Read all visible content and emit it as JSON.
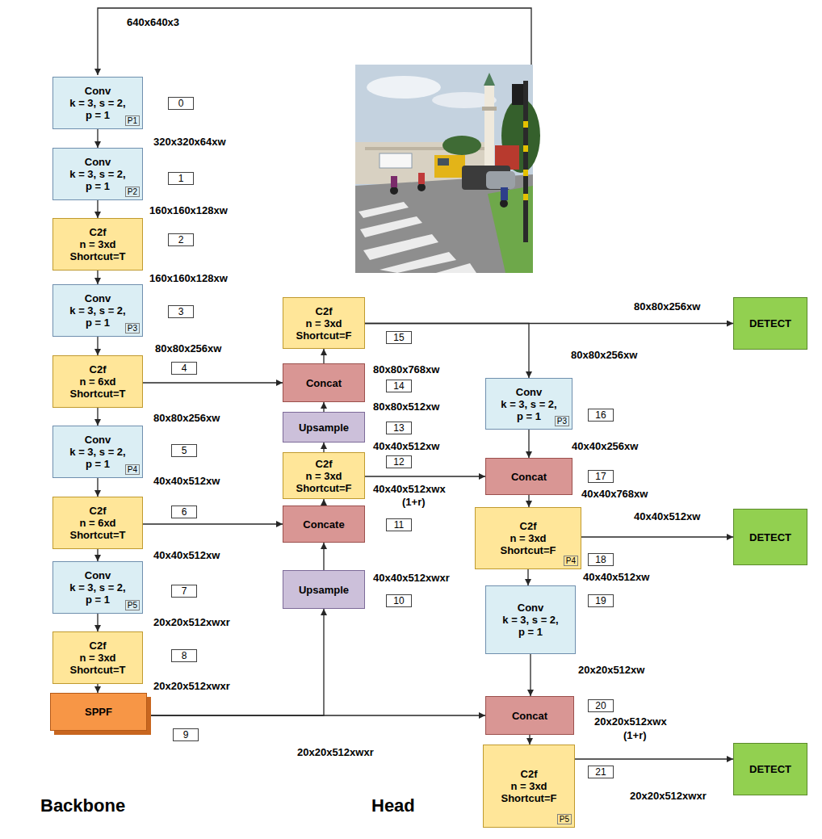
{
  "diagram": {
    "nodes": [
      {
        "text": [
          "Backbone"
        ]
      },
      {
        "text": [
          "Conv",
          "k = 3, s = 2, p = 1",
          "P1"
        ],
        "in": 0
      },
      {
        "text": [
          "Conv",
          "k = 3, s = 2, p = 1",
          "P2"
        ],
        "in": 0
      },
      {
        "text": [
          "C2f",
          "n = 3xd",
          "Shortcut=T"
        ],
        "in": 0
      },
      {
        "text": [
          "Conv",
          "k = 3, s = 2, p = 1",
          "P3"
        ],
        "in": 0
      },
      {
        "text": [
          "C2f",
          "n = 6xd",
          "Shortcut=T"
        ],
        "in": 0
      },
      {
        "text": [
          "Conv",
          "k = 3, s = 2, p = 1",
          "P4"
        ],
        "in": 0
      },
      {
        "text": [
          "C2f",
          "n = 6xd",
          "Shortcut=T"
        ],
        "in": 0
      },
      {
        "text": [
          "Conv",
          "k = 3, s = 2, p = 1",
          "P5"
        ],
        "in": 0
      },
      {
        "text": [
          "C2f",
          "n = 3xd",
          "Shortcut=T"
        ],
        "in": 0
      },
      {
        "text": [
          "SPPF"
        ],
        "in": 0
      },
      {
        "text": [
          "Head"
        ]
      },
      {
        "text": [
          "C2f",
          "n = 3xd",
          "Shortcut=F"
        ],
        "in": 11
      },
      {
        "text": [
          "Concat"
        ],
        "in": 11
      },
      {
        "text": [
          "Upsample"
        ],
        "in": 11
      },
      {
        "text": [
          "C2f",
          "n = 3xd",
          "Shortcut=F"
        ],
        "in": 11
      },
      {
        "text": [
          "Concate"
        ],
        "in": 11
      },
      {
        "text": [
          "Upsample"
        ],
        "in": 11
      },
      {
        "text": [
          "Conv",
          "k = 3, s = 2, p = 1",
          "P3"
        ],
        "in": 11
      },
      {
        "text": [
          "Concat"
        ],
        "in": 11
      },
      {
        "text": [
          "C2f",
          "n = 3xd",
          "Shortcut=F",
          "P4"
        ],
        "in": 11
      },
      {
        "text": [
          "Conv",
          "k = 3, s = 2, p = 1"
        ],
        "in": 11
      },
      {
        "text": [
          "Concat"
        ],
        "in": 11
      },
      {
        "text": [
          "C2f",
          "n = 3xd",
          "Shortcut=F",
          "P5"
        ],
        "in": 11
      },
      {
        "text": [
          "DETECT"
        ],
        "in": 11
      },
      {
        "text": [
          "DETECT"
        ],
        "in": 11
      },
      {
        "text": [
          "DETECT"
        ],
        "in": 11
      }
    ],
    "edges": [
      {
        "from": 1,
        "to": 2,
        "arrow": "to"
      },
      {
        "from": 2,
        "to": 3,
        "arrow": "to"
      },
      {
        "from": 3,
        "to": 4,
        "arrow": "to"
      },
      {
        "from": 4,
        "to": 5,
        "arrow": "to"
      },
      {
        "from": 5,
        "to": 6,
        "arrow": "to"
      },
      {
        "from": 6,
        "to": 7,
        "arrow": "to"
      },
      {
        "from": 7,
        "to": 8,
        "arrow": "to"
      },
      {
        "from": 8,
        "to": 9,
        "arrow": "to"
      },
      {
        "from": 9,
        "to": 10,
        "arrow": "to"
      },
      {
        "from": 5,
        "to": 13,
        "arrow": "to"
      },
      {
        "from": 7,
        "to": 16,
        "arrow": "to"
      },
      {
        "from": 10,
        "to": 17,
        "arrow": "to"
      },
      {
        "from": 10,
        "to": 22,
        "arrow": "to"
      },
      {
        "from": 17,
        "to": 16,
        "arrow": "to"
      },
      {
        "from": 16,
        "to": 15,
        "arrow": "to"
      },
      {
        "from": 15,
        "to": 14,
        "arrow": "to"
      },
      {
        "from": 14,
        "to": 13,
        "arrow": "to"
      },
      {
        "from": 13,
        "to": 12,
        "arrow": "to"
      },
      {
        "from": 15,
        "to": 19,
        "arrow": "to"
      },
      {
        "from": 12,
        "to": 24,
        "arrow": "to"
      },
      {
        "from": 12,
        "to": 18,
        "arrow": "to"
      },
      {
        "from": 18,
        "to": 19,
        "arrow": "to"
      },
      {
        "from": 19,
        "to": 20,
        "arrow": "to"
      },
      {
        "from": 20,
        "to": 25,
        "arrow": "to"
      },
      {
        "from": 20,
        "to": 21,
        "arrow": "to"
      },
      {
        "from": 21,
        "to": 22,
        "arrow": "to"
      },
      {
        "from": 22,
        "to": 23,
        "arrow": "to"
      },
      {
        "from": 23,
        "to": 26,
        "arrow": "to"
      }
    ],
    "labels": [
      "640x640x3",
      "0",
      "320x320x64xw",
      "1",
      "160x160x128xw",
      "2",
      "160x160x128xw",
      "3",
      "80x80x256xw",
      "4",
      "80x80x256xw",
      "5",
      "40x40x512xw",
      "6",
      "40x40x512xw",
      "7",
      "20x20x512xwxr",
      "8",
      "20x20x512xwxr",
      "9",
      "20x20x512xwxr",
      "15",
      "80x80x768xw",
      "14",
      "80x80x512xw",
      "13",
      "40x40x512xw",
      "12",
      "40x40x512xwx",
      "(1+r)",
      "11",
      "40x40x512xwxr",
      "10",
      "80x80x256xw",
      "80x80x256xw",
      "16",
      "40x40x256xw",
      "17",
      "40x40x768xw",
      "40x40x512xw",
      "18",
      "40x40x512xw",
      "19",
      "20x20x512xw",
      "20",
      "20x20x512xwx",
      "(1+r)",
      "21",
      "20x20x512xwxr"
    ]
  }
}
